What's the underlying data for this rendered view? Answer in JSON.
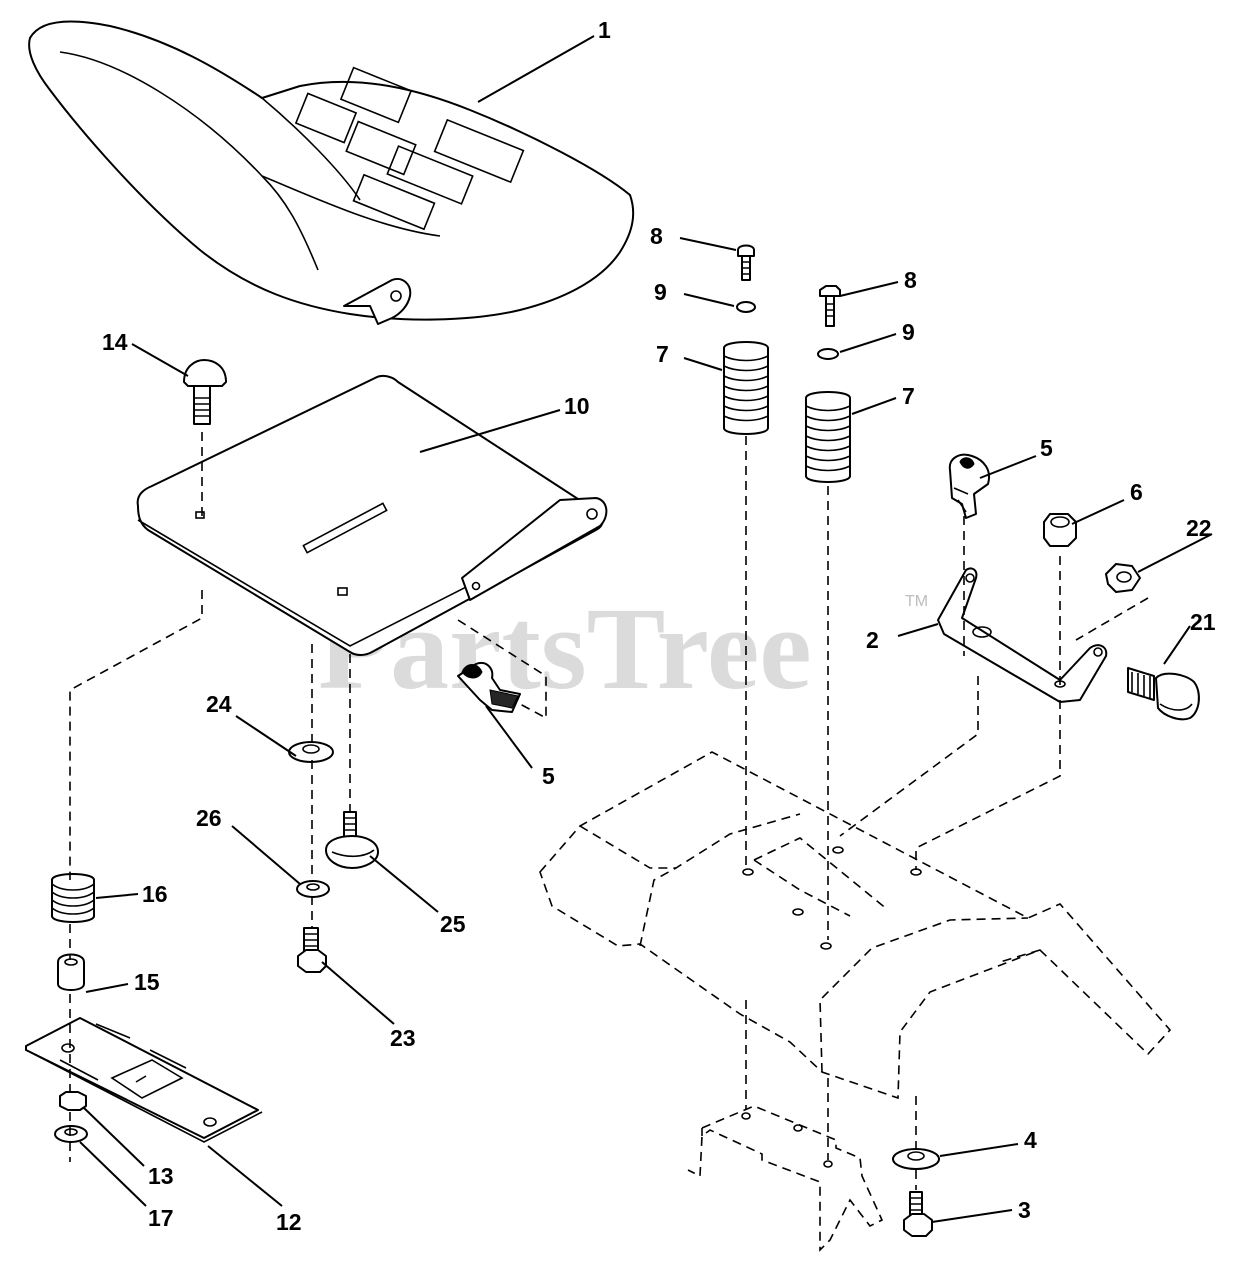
{
  "diagram": {
    "callouts": [
      {
        "id": "c1",
        "label": "1"
      },
      {
        "id": "c2",
        "label": "2"
      },
      {
        "id": "c3",
        "label": "3"
      },
      {
        "id": "c4",
        "label": "4"
      },
      {
        "id": "c5a",
        "label": "5"
      },
      {
        "id": "c5b",
        "label": "5"
      },
      {
        "id": "c6",
        "label": "6"
      },
      {
        "id": "c7a",
        "label": "7"
      },
      {
        "id": "c7b",
        "label": "7"
      },
      {
        "id": "c8a",
        "label": "8"
      },
      {
        "id": "c8b",
        "label": "8"
      },
      {
        "id": "c9a",
        "label": "9"
      },
      {
        "id": "c9b",
        "label": "9"
      },
      {
        "id": "c10",
        "label": "10"
      },
      {
        "id": "c12",
        "label": "12"
      },
      {
        "id": "c13",
        "label": "13"
      },
      {
        "id": "c14",
        "label": "14"
      },
      {
        "id": "c15",
        "label": "15"
      },
      {
        "id": "c16",
        "label": "16"
      },
      {
        "id": "c17",
        "label": "17"
      },
      {
        "id": "c21",
        "label": "21"
      },
      {
        "id": "c22",
        "label": "22"
      },
      {
        "id": "c23",
        "label": "23"
      },
      {
        "id": "c24",
        "label": "24"
      },
      {
        "id": "c25",
        "label": "25"
      },
      {
        "id": "c26",
        "label": "26"
      }
    ]
  },
  "watermark": {
    "text": "PartsTree",
    "trademark": "TM",
    "color": "#cfcfcf"
  }
}
